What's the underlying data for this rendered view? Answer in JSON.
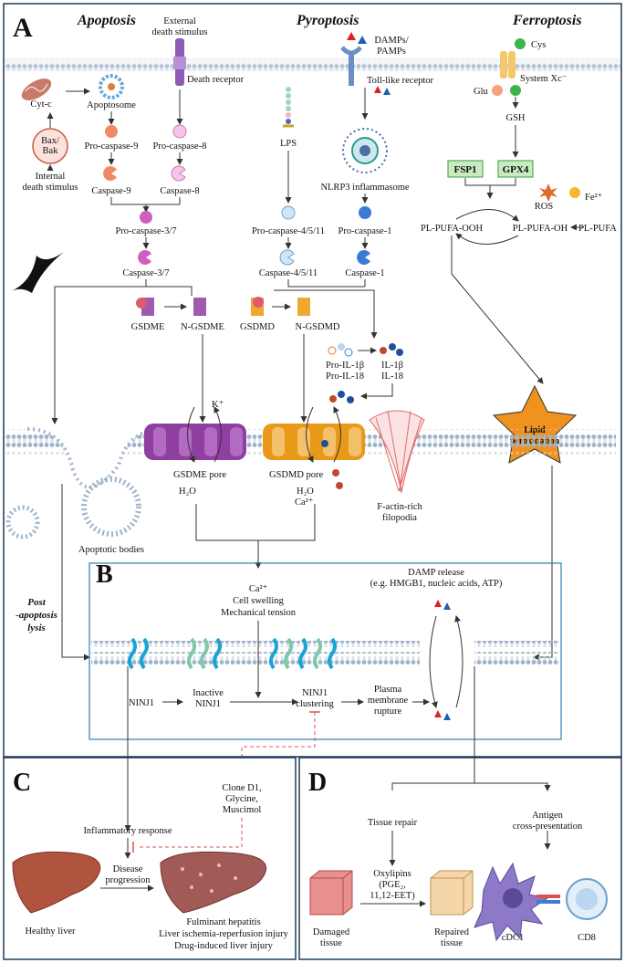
{
  "panels": {
    "a": "A",
    "b": "B",
    "c": "C",
    "d": "D"
  },
  "headings": {
    "apoptosis": "Apoptosis",
    "pyroptosis": "Pyroptosis",
    "ferroptosis": "Ferroptosis"
  },
  "apoptosis": {
    "external_1": "External",
    "external_2": "death stimulus",
    "death_receptor": "Death receptor",
    "cytc": "Cyt-c",
    "apoptosome": "Apoptosome",
    "bax_1": "Bax/",
    "bax_2": "Bak",
    "internal_1": "Internal",
    "internal_2": "death stimulus",
    "procasp9": "Pro-caspase-9",
    "procasp8": "Pro-caspase-8",
    "casp9": "Caspase-9",
    "casp8": "Caspase-8",
    "procasp37": "Pro-caspase-3/7",
    "casp37": "Caspase-3/7",
    "gsdme": "GSDME",
    "ngsdme": "N-GSDME"
  },
  "pyroptosis": {
    "damps_1": "DAMPs/",
    "damps_2": "PAMPs",
    "tlr": "Toll-like receptor",
    "lps": "LPS",
    "nlrp3": "NLRP3 inflammasome",
    "procasp4511": "Pro-caspase-4/5/11",
    "procasp1": "Pro-caspase-1",
    "casp4511": "Caspase-4/5/11",
    "casp1": "Caspase-1",
    "gsdmd": "GSDMD",
    "ngsdmd": "N-GSDMD",
    "pro_il1b": "Pro-IL-1β",
    "pro_il18": "Pro-IL-18",
    "il1b": "IL-1β",
    "il18": "IL-18"
  },
  "ferroptosis": {
    "cys": "Cys",
    "system_xc": "System Xc⁻",
    "glu": "Glu",
    "gsh": "GSH",
    "fsp1": "FSP1",
    "gpx4": "GPX4",
    "ros": "ROS",
    "fe": "Fe²⁺",
    "plpufa_ooh": "PL-PUFA-OOH",
    "plpufa_oh": "PL-PUFA-OH",
    "plpufa": "PL-PUFA",
    "lipid_1": "Lipid",
    "lipid_2": "peroxidation"
  },
  "membrane": {
    "k": "K⁺",
    "gsdme_pore": "GSDME pore",
    "gsdmd_pore": "GSDMD pore",
    "h2o_left": "H₂O",
    "h2o_right": "H₂O",
    "ca": "Ca²⁺",
    "factin_1": "F-actin-rich",
    "factin_2": "filopodia",
    "apoptotic_bodies": "Apoptotic bodies",
    "post_1": "Post",
    "post_2": "-apoptosis",
    "post_3": "lysis"
  },
  "panel_b": {
    "ca": "Ca²⁺",
    "swelling": "Cell swelling",
    "tension": "Mechanical tension",
    "damp_1": "DAMP release",
    "damp_2": "(e.g. HMGB1, nucleic acids, ATP)",
    "ninj1": "NINJ1",
    "inactive_1": "Inactive",
    "inactive_2": "NINJ1",
    "clustering_1": "NINJ1",
    "clustering_2": "clustering",
    "rupture_1": "Plasma",
    "rupture_2": "membrane",
    "rupture_3": "rupture"
  },
  "panel_c": {
    "inhib_1": "Clone D1,",
    "inhib_2": "Glycine,",
    "inhib_3": "Muscimol",
    "inflammatory": "Inflammatory response",
    "disease_1": "Disease",
    "disease_2": "progression",
    "healthy": "Healthy liver",
    "dis_1": "Fulminant hepatitis",
    "dis_2": "Liver ischemia-reperfusion injury",
    "dis_3": "Drug-induced liver injury"
  },
  "panel_d": {
    "repair": "Tissue repair",
    "antigen_1": "Antigen",
    "antigen_2": "cross-presentation",
    "oxy_1": "Oxylipins",
    "oxy_2": "(PGE₂,",
    "oxy_3": "11,12-EET)",
    "damaged_1": "Damaged",
    "damaged_2": "tissue",
    "repaired_1": "Repaired",
    "repaired_2": "tissue",
    "cdc1": "cDC1",
    "cd8": "CD8"
  },
  "colors": {
    "purple": "#8e44ad",
    "orange": "#f39c12",
    "caspase_pink": "#cf5fbf",
    "caspase_blue": "#3a7bd5",
    "membrane": "#b9c7d8",
    "box_blue": "#2b7fb8"
  }
}
